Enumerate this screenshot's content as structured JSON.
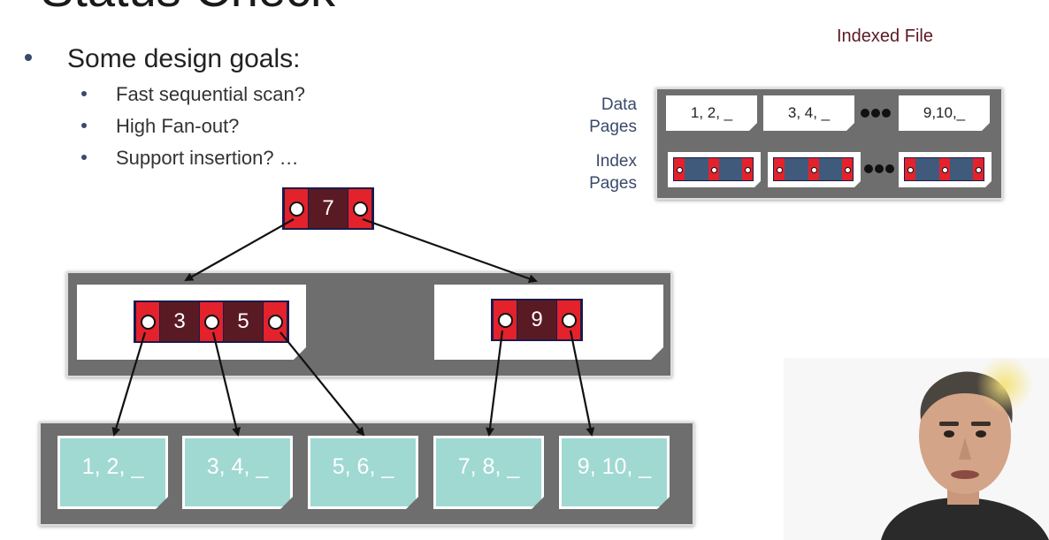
{
  "slide": {
    "title": "Status Check",
    "bullet": "Some design goals:",
    "sub_bullets": [
      "Fast sequential scan?",
      "High Fan-out?",
      "Support insertion? …"
    ]
  },
  "tree": {
    "root_keys": [
      "7"
    ],
    "internal_left_keys": [
      "3",
      "5"
    ],
    "internal_right_keys": [
      "9"
    ],
    "leaves": [
      "1, 2, _",
      "3, 4, _",
      "5, 6, _",
      "7, 8, _",
      "9, 10, _"
    ]
  },
  "legend": {
    "title": "Indexed File",
    "data_label_line1": "Data",
    "data_label_line2": "Pages",
    "index_label_line1": "Index",
    "index_label_line2": "Pages",
    "data_pages": [
      "1, 2, _",
      "3, 4, _",
      "9,10,_"
    ]
  },
  "colors": {
    "pointer_red": "#e3222c",
    "key_maroon": "#5a1a24",
    "leaf_teal": "#9fd9d2",
    "panel_gray": "#6e6e6e",
    "legend_title": "#5a1a24"
  }
}
